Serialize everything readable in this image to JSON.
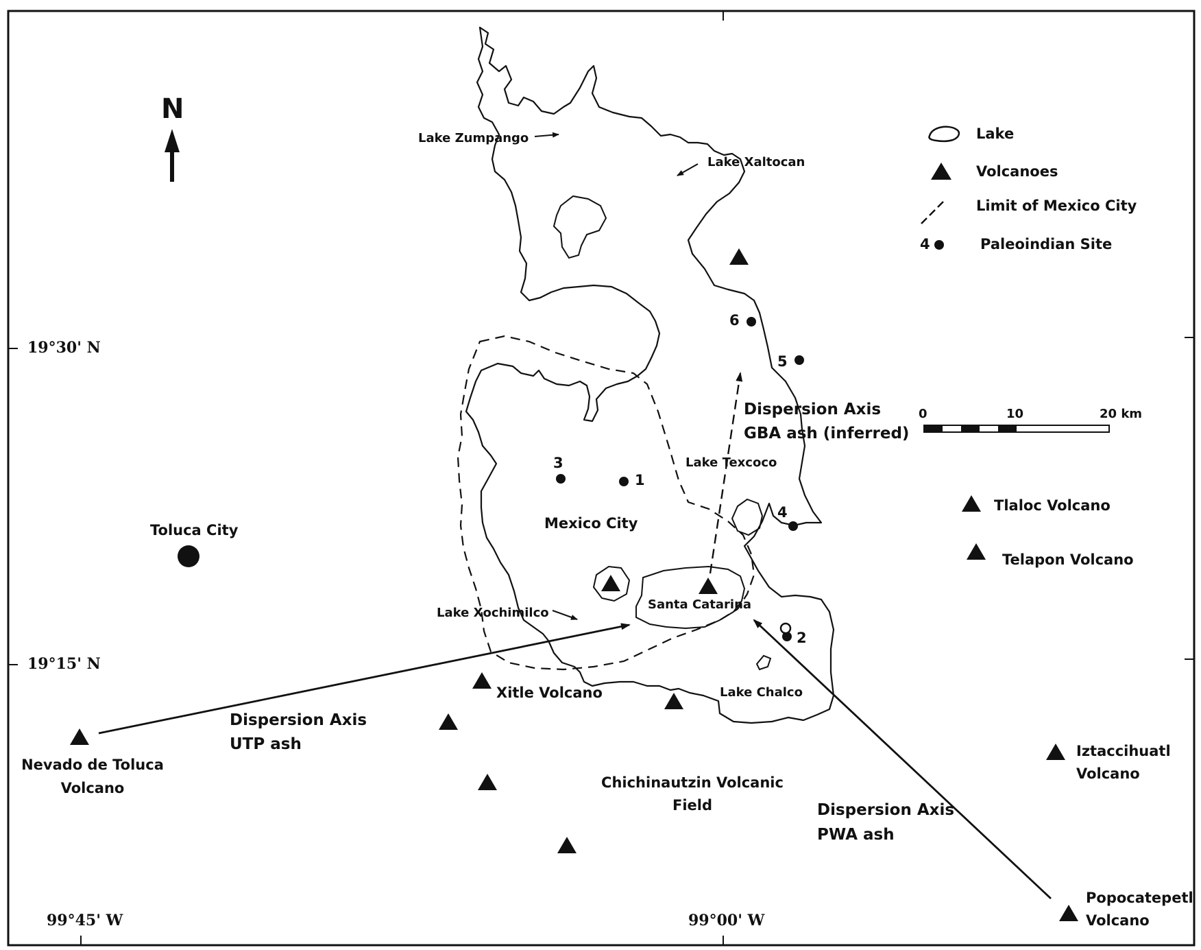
{
  "map": {
    "north_label": "N",
    "coordinates": {
      "lat_19_30": "19°30' N",
      "lat_19_15": "19°15' N",
      "lon_99_45": "99°45' W",
      "lon_99_00": "99°00' W"
    },
    "legend": {
      "lake": "Lake",
      "volcanoes": "Volcanoes",
      "limit": "Limit of Mexico City",
      "site_number": "4",
      "site": "Paleoindian Site"
    },
    "scale": {
      "tick_0": "0",
      "tick_10": "10",
      "tick_20": "20 km"
    },
    "lakes": {
      "zumpango": "Lake Zumpango",
      "xaltocan": "Lake Xaltocan",
      "texcoco": "Lake Texcoco",
      "xochimilco": "Lake Xochimilco",
      "chalco": "Lake Chalco"
    },
    "places": {
      "mexico_city": "Mexico City",
      "toluca_city": "Toluca City",
      "santa_catarina": "Santa Catarina",
      "chichinautzin_1": "Chichinautzin Volcanic",
      "chichinautzin_2": "Field"
    },
    "volcanoes": {
      "xitle": "Xitle Volcano",
      "nevado_1": "Nevado de Toluca",
      "nevado_2": "Volcano",
      "tlaloc": "Tlaloc Volcano",
      "telapon": "Telapon Volcano",
      "iztaccihuatl_1": "Iztaccihuatl",
      "iztaccihuatl_2": "Volcano",
      "popocatepetl_1": "Popocatepetl",
      "popocatepetl_2": "Volcano"
    },
    "dispersion": {
      "gba_1": "Dispersion Axis",
      "gba_2": "GBA ash (inferred)",
      "utp_1": "Dispersion Axis",
      "utp_2": "UTP ash",
      "pwa_1": "Dispersion Axis",
      "pwa_2": "PWA ash"
    },
    "sites": [
      "1",
      "2",
      "3",
      "4",
      "5",
      "6"
    ]
  }
}
